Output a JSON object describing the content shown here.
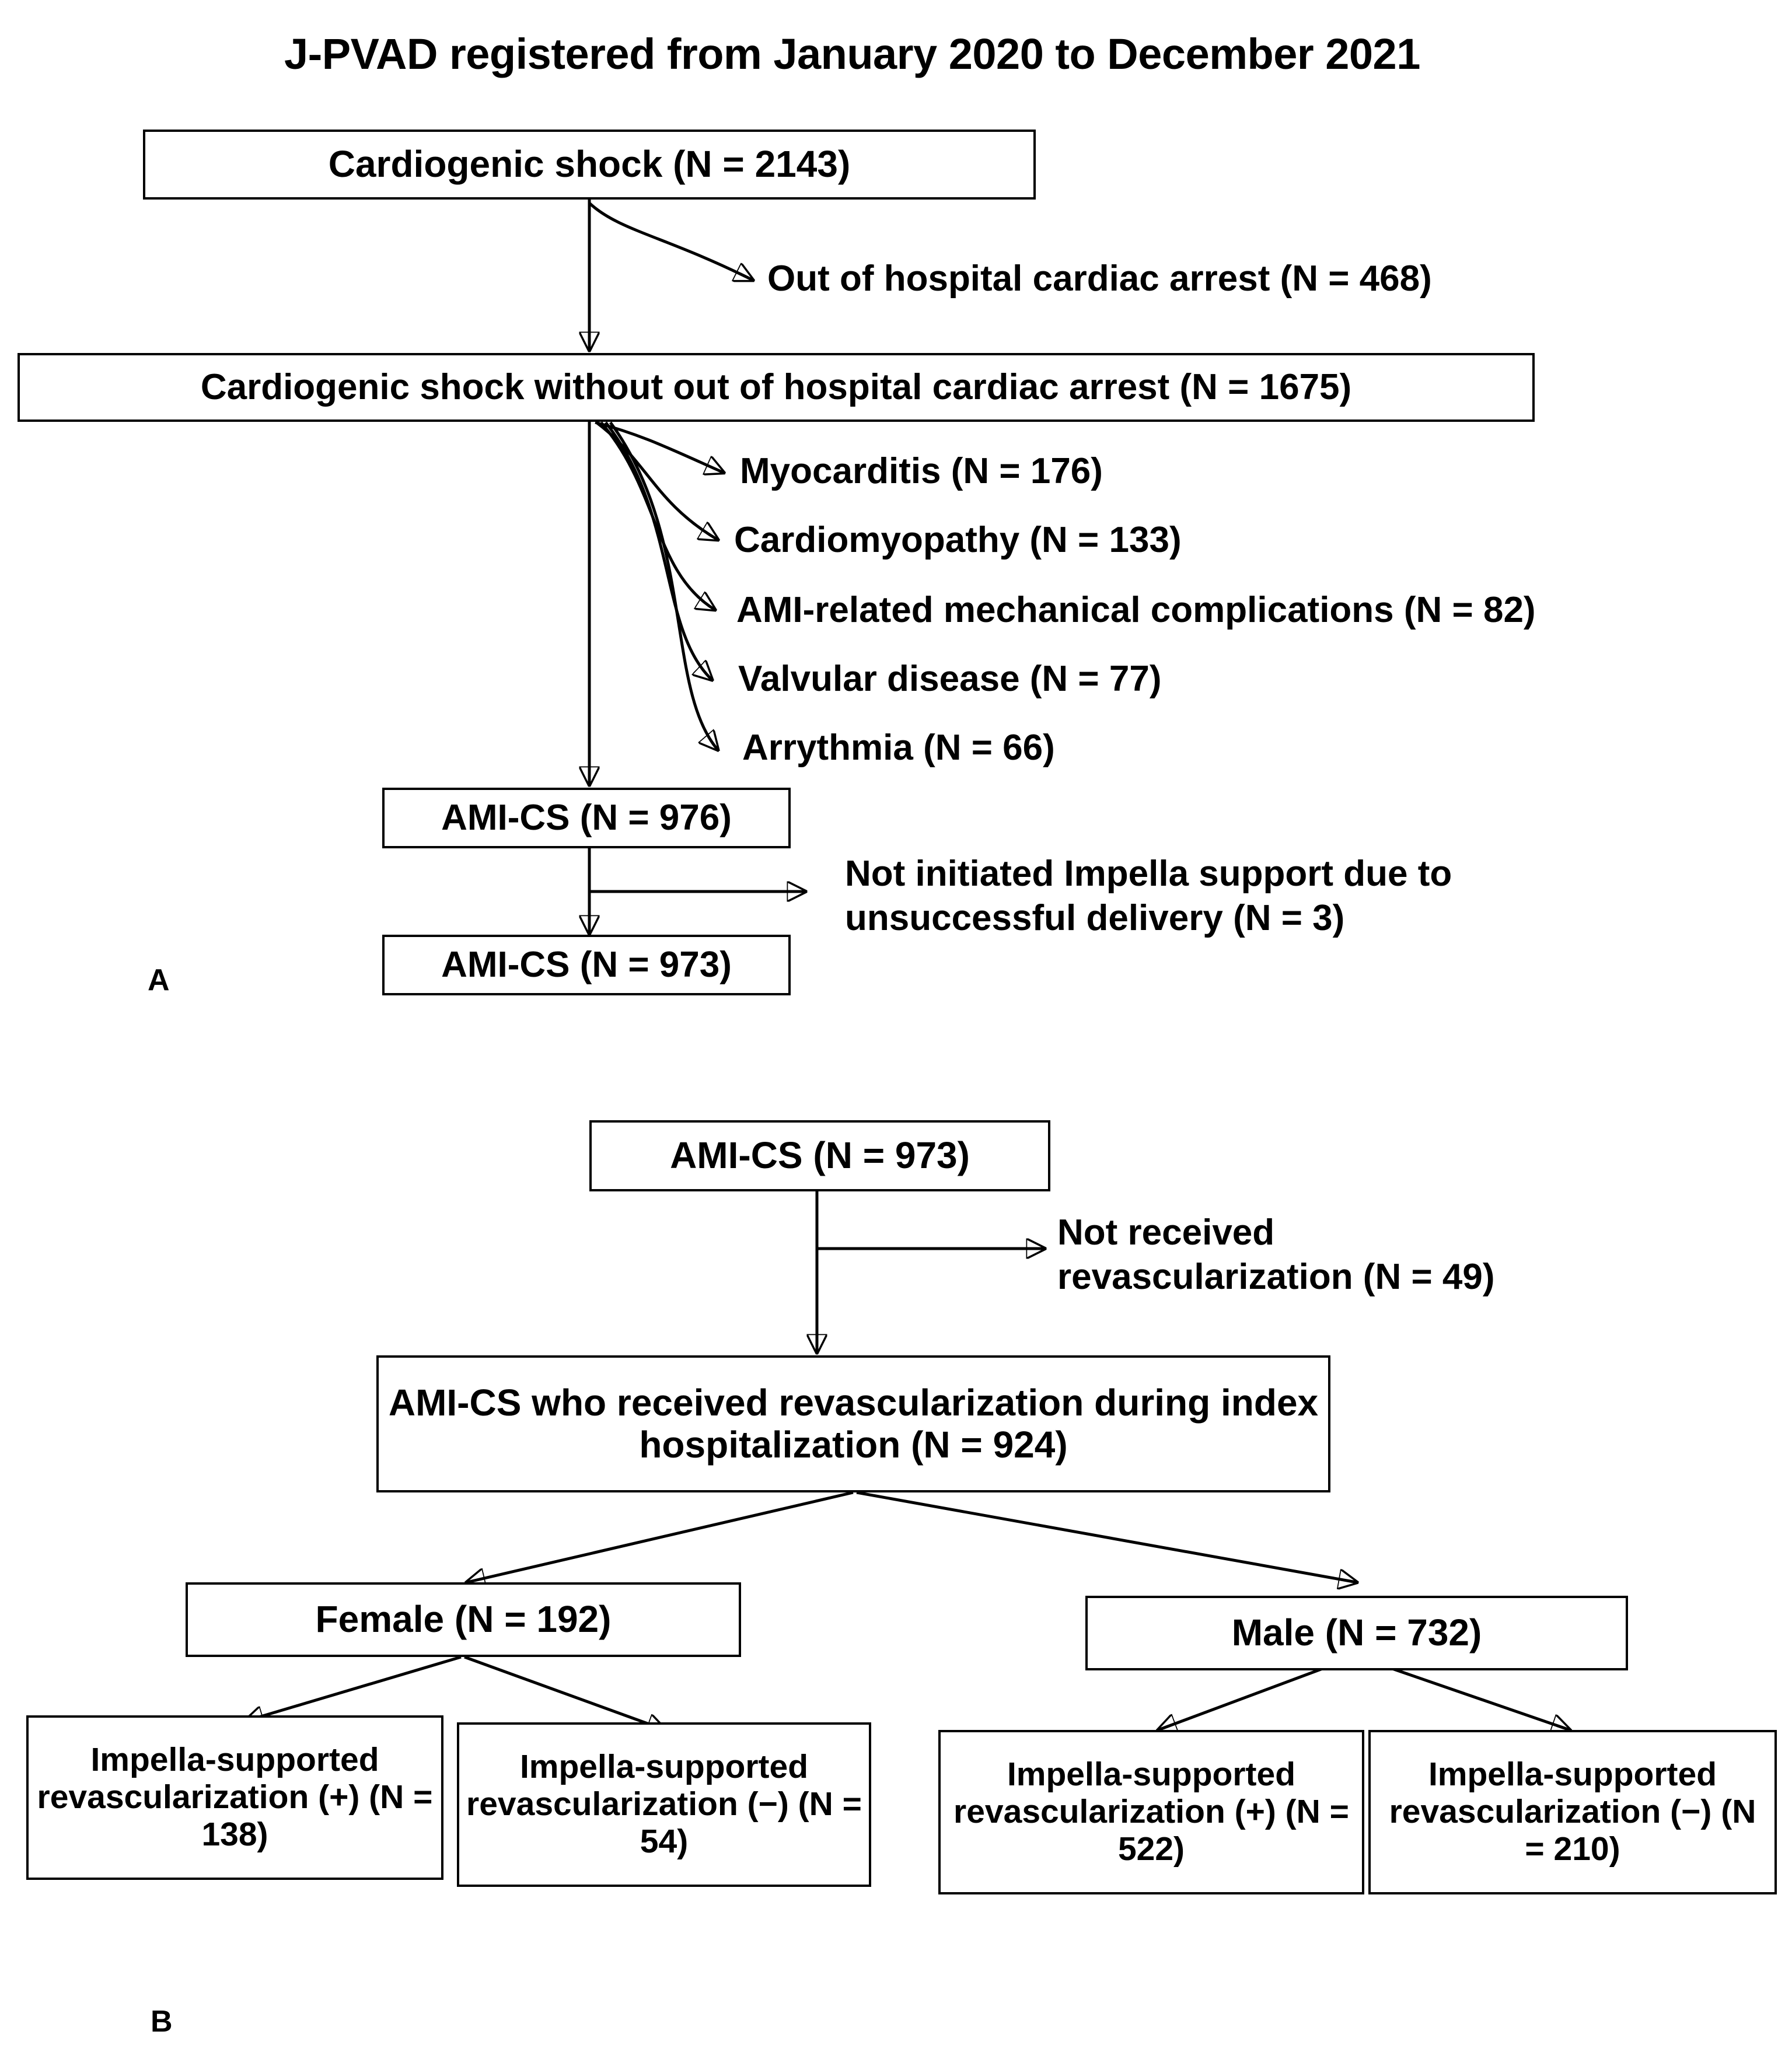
{
  "figure": {
    "title": "J-PVAD registered from January 2020 to December 2021",
    "panel_a_letter": "A",
    "panel_b_letter": "B"
  },
  "panel_a": {
    "nodes": [
      {
        "id": "cardiogenic-shock",
        "text": "Cardiogenic shock (N = 2143)"
      },
      {
        "id": "cs-without-ohca",
        "text": "Cardiogenic shock without out of hospital cardiac arrest (N = 1675)"
      },
      {
        "id": "ami-cs-976",
        "text": "AMI-CS (N = 976)"
      },
      {
        "id": "ami-cs-973",
        "text": "AMI-CS (N = 973)"
      }
    ],
    "exclusions": [
      {
        "id": "ohca",
        "text": "Out of hospital cardiac arrest  (N = 468)"
      },
      {
        "id": "myocarditis",
        "text": "Myocarditis (N = 176)"
      },
      {
        "id": "cardiomyopathy",
        "text": "Cardiomyopathy (N = 133)"
      },
      {
        "id": "ami-mechanical-complications",
        "text": "AMI-related mechanical complications (N = 82)"
      },
      {
        "id": "valvular-disease",
        "text": "Valvular disease (N = 77)"
      },
      {
        "id": "arrythmia",
        "text": "Arrythmia (N = 66)"
      },
      {
        "id": "not-initiated-impella",
        "text": "Not initiated Impella support due to\nunsuccessful delivery (N = 3)"
      }
    ]
  },
  "panel_b": {
    "nodes": [
      {
        "id": "ami-cs-973-b",
        "text": "AMI-CS (N = 973)"
      },
      {
        "id": "revascularized",
        "text": "AMI-CS who received revascularization\nduring index hospitalization (N =  924)"
      },
      {
        "id": "female",
        "text": "Female (N = 192)"
      },
      {
        "id": "male",
        "text": "Male (N = 732)"
      },
      {
        "id": "female-impella-pos",
        "text": "Impella-supported\nrevascularization (+)\n(N = 138)"
      },
      {
        "id": "female-impella-neg",
        "text": "Impella-supported\nrevascularization (−)\n(N = 54)"
      },
      {
        "id": "male-impella-pos",
        "text": "Impella-supported\nrevascularization (+)\n(N = 522)"
      },
      {
        "id": "male-impella-neg",
        "text": "Impella-supported\nrevascularization (−)\n(N = 210)"
      }
    ],
    "exclusions": [
      {
        "id": "not-revascularized",
        "text": "Not received\nrevascularization (N = 49)"
      }
    ]
  },
  "chart_data": {
    "type": "diagram",
    "title": "J-PVAD registered from January 2020 to December 2021",
    "panels": [
      {
        "panel": "A",
        "flow": [
          {
            "label": "Cardiogenic shock",
            "n": 2143
          },
          {
            "label": "Out of hospital cardiac arrest",
            "n": 468,
            "role": "excluded"
          },
          {
            "label": "Cardiogenic shock without out of hospital cardiac arrest",
            "n": 1675
          },
          {
            "label": "Myocarditis",
            "n": 176,
            "role": "excluded"
          },
          {
            "label": "Cardiomyopathy",
            "n": 133,
            "role": "excluded"
          },
          {
            "label": "AMI-related mechanical complications",
            "n": 82,
            "role": "excluded"
          },
          {
            "label": "Valvular disease",
            "n": 77,
            "role": "excluded"
          },
          {
            "label": "Arrythmia",
            "n": 66,
            "role": "excluded"
          },
          {
            "label": "AMI-CS",
            "n": 976
          },
          {
            "label": "Not initiated Impella support due to unsuccessful delivery",
            "n": 3,
            "role": "excluded"
          },
          {
            "label": "AMI-CS",
            "n": 973
          }
        ]
      },
      {
        "panel": "B",
        "flow": [
          {
            "label": "AMI-CS",
            "n": 973
          },
          {
            "label": "Not received revascularization",
            "n": 49,
            "role": "excluded"
          },
          {
            "label": "AMI-CS who received revascularization during index hospitalization",
            "n": 924
          },
          {
            "label": "Female",
            "n": 192
          },
          {
            "label": "Male",
            "n": 732
          },
          {
            "label": "Female / Impella-supported revascularization (+)",
            "n": 138
          },
          {
            "label": "Female / Impella-supported revascularization (−)",
            "n": 54
          },
          {
            "label": "Male / Impella-supported revascularization (+)",
            "n": 522
          },
          {
            "label": "Male / Impella-supported revascularization (−)",
            "n": 210
          }
        ]
      }
    ]
  }
}
